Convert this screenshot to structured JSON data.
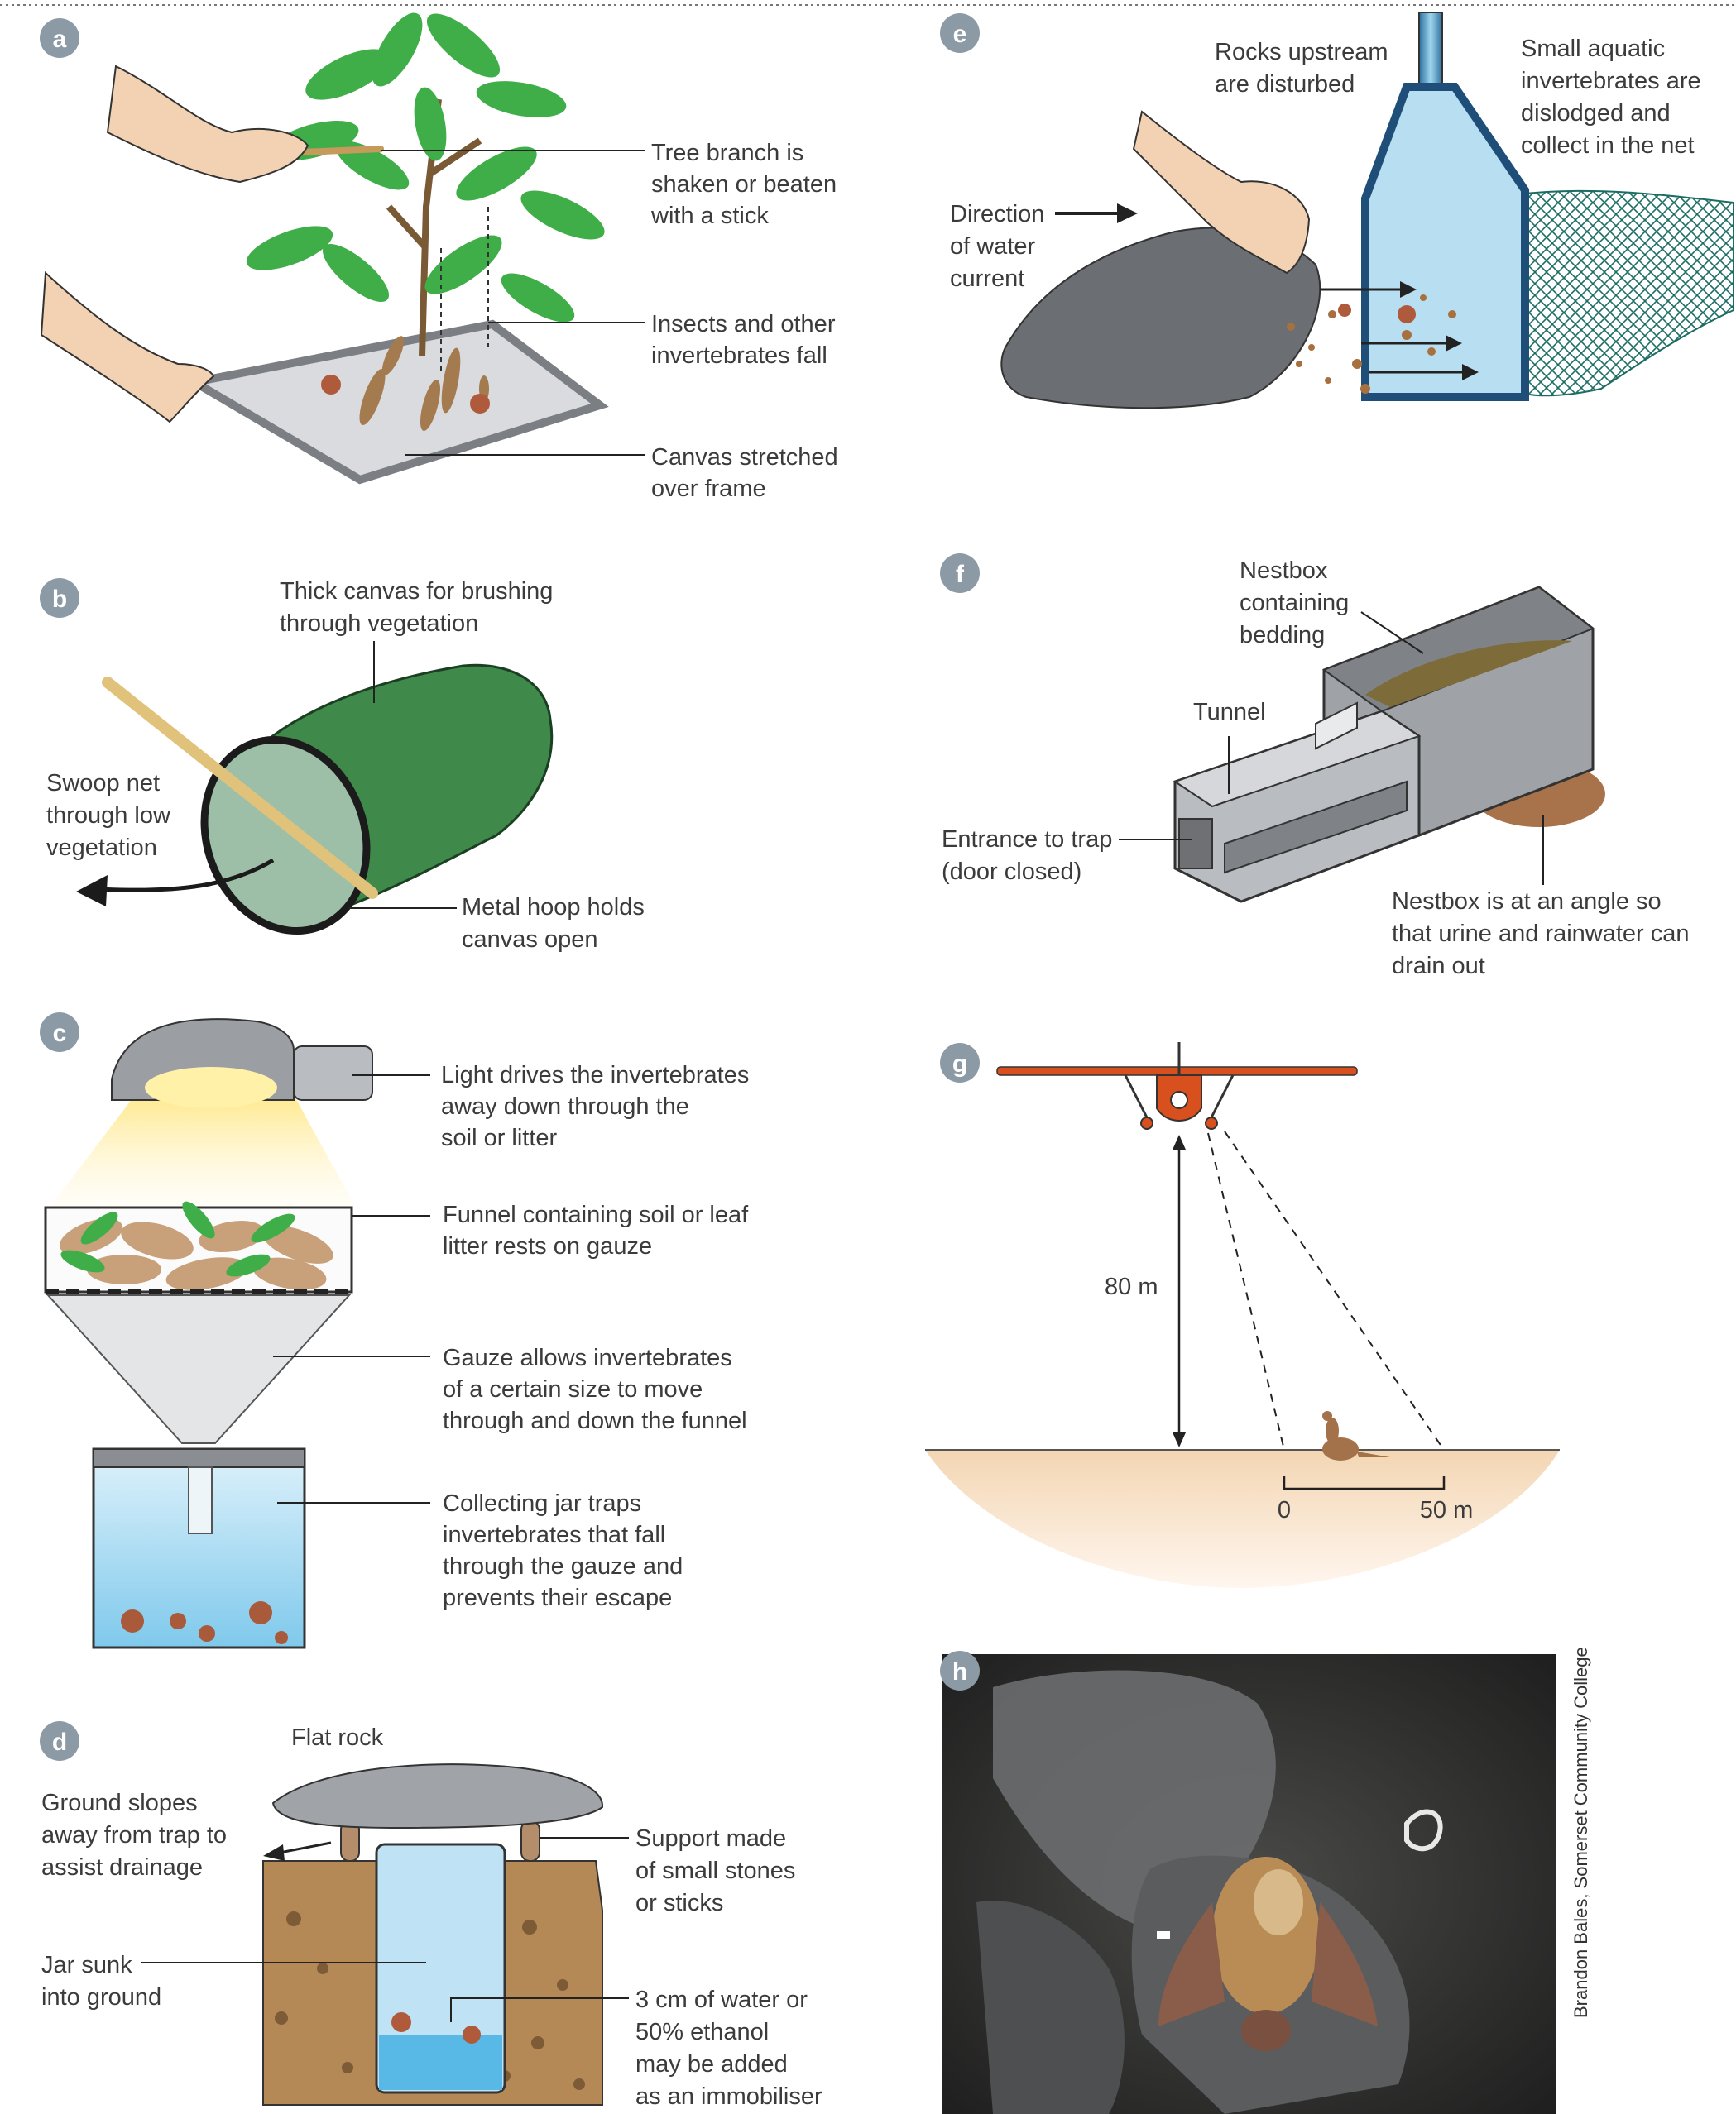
{
  "panels": {
    "a": {
      "badge": "a",
      "labels": [
        [
          "Tree branch is",
          "shaken or beaten",
          "with a stick"
        ],
        [
          "Insects and other",
          "invertebrates fall"
        ],
        [
          "Canvas stretched",
          "over frame"
        ]
      ]
    },
    "b": {
      "badge": "b",
      "labels": [
        [
          "Thick canvas for brushing",
          "through vegetation"
        ],
        [
          "Swoop net",
          "through low",
          "vegetation"
        ],
        [
          "Metal hoop holds",
          "canvas open"
        ]
      ]
    },
    "c": {
      "badge": "c",
      "labels": [
        [
          "Light drives the invertebrates",
          "away down through the",
          "soil or litter"
        ],
        [
          "Funnel containing soil or leaf",
          "litter rests on gauze"
        ],
        [
          "Gauze allows invertebrates",
          "of a certain size to move",
          "through and down the funnel"
        ],
        [
          "Collecting jar traps",
          "invertebrates that fall",
          "through the gauze and",
          "prevents their escape"
        ]
      ]
    },
    "d": {
      "badge": "d",
      "labels": [
        [
          "Flat rock"
        ],
        [
          "Ground slopes",
          "away from trap to",
          "assist drainage"
        ],
        [
          "Support made",
          "of small stones",
          "or sticks"
        ],
        [
          "Jar sunk",
          "into ground"
        ],
        [
          "3 cm of water or",
          "50% ethanol",
          "may be added",
          "as an immobiliser"
        ]
      ]
    },
    "e": {
      "badge": "e",
      "labels": [
        [
          "Rocks upstream",
          "are disturbed"
        ],
        [
          "Small aquatic",
          "invertebrates are",
          "dislodged and",
          "collect in the net"
        ],
        [
          "Direction",
          "of water",
          "current"
        ]
      ]
    },
    "f": {
      "badge": "f",
      "labels": [
        [
          "Nestbox",
          "containing",
          "bedding"
        ],
        [
          "Tunnel"
        ],
        [
          "Entrance to trap",
          "(door closed)"
        ],
        [
          "Nestbox is at an angle so",
          "that urine and rainwater can",
          "drain out"
        ]
      ]
    },
    "g": {
      "badge": "g",
      "altitude": "80 m",
      "scale_start": "0",
      "scale_end": "50 m"
    },
    "h": {
      "badge": "h",
      "credit": "Brandon Bales, Somerset Community College"
    }
  },
  "colors": {
    "badge": "#8c9aa6",
    "leaf_green": "#3fae49",
    "canvas_green": "#3f8a4a",
    "water_blue": "#8fd0ee",
    "soil_brown": "#a87d4e",
    "plane_red": "#d8501e",
    "ground_tan": "#f2d3ae"
  }
}
